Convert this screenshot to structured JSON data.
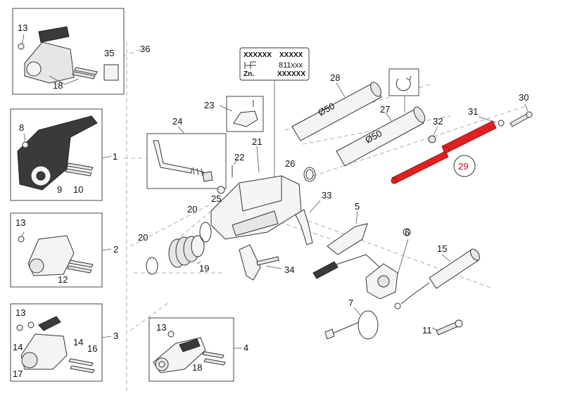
{
  "nameplate": {
    "line1_left": "XXXXXX",
    "line1_right": "XXXXX",
    "line2_right": "811xxx",
    "line3_left": "Zn.",
    "line3_right": "XXXXXX"
  },
  "tube_diameter_28": "Ø50",
  "tube_diameter_27": "Ø50",
  "highlight": {
    "part": "29",
    "color": "#e02020"
  },
  "labels": {
    "p1": "1",
    "p2": "2",
    "p3": "3",
    "p4": "4",
    "p5": "5",
    "p6": "6",
    "p7": "7",
    "p8": "8",
    "p9": "9",
    "p10": "10",
    "p11": "11",
    "p12": "12",
    "p13a": "13",
    "p13b": "13",
    "p13c": "13",
    "p13d": "13",
    "p14a": "14",
    "p14b": "14",
    "p15": "15",
    "p16": "16",
    "p17": "17",
    "p18a": "18",
    "p18b": "18",
    "p19": "19",
    "p20a": "20",
    "p20b": "20",
    "p21": "21",
    "p22": "22",
    "p23": "23",
    "p24": "24",
    "p25": "25",
    "p26": "26",
    "p27": "27",
    "p28": "28",
    "p29": "29",
    "p30": "30",
    "p31": "31",
    "p32": "32",
    "p33": "33",
    "p34": "34",
    "p35": "35",
    "p36": "36"
  }
}
